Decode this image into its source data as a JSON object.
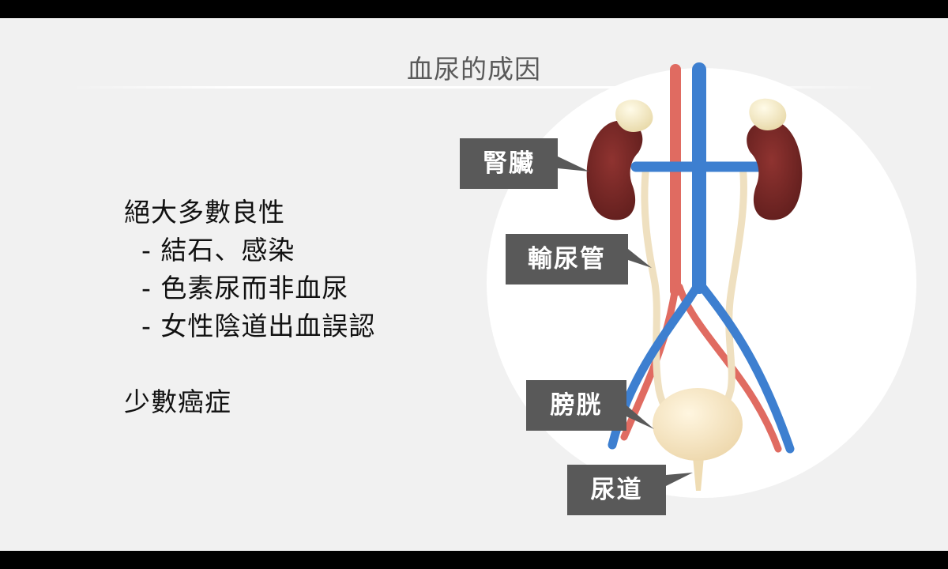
{
  "slide": {
    "title": "血尿的成因",
    "lines": [
      "絕大多數良性",
      "- 結石、感染",
      "- 色素尿而非血尿",
      "- 女性陰道出血誤認",
      "少數癌症"
    ]
  },
  "diagram": {
    "labels": {
      "kidney": "腎臟",
      "ureter": "輸尿管",
      "bladder": "膀胱",
      "urethra": "尿道"
    }
  },
  "colors": {
    "slide_background": "#f1f1f1",
    "label_background": "#595959",
    "vein": "#3d7fd0",
    "artery": "#e06b61",
    "kidney": "#7a2826",
    "bladder": "#f7e6c3",
    "ureter": "#efe0c0"
  }
}
